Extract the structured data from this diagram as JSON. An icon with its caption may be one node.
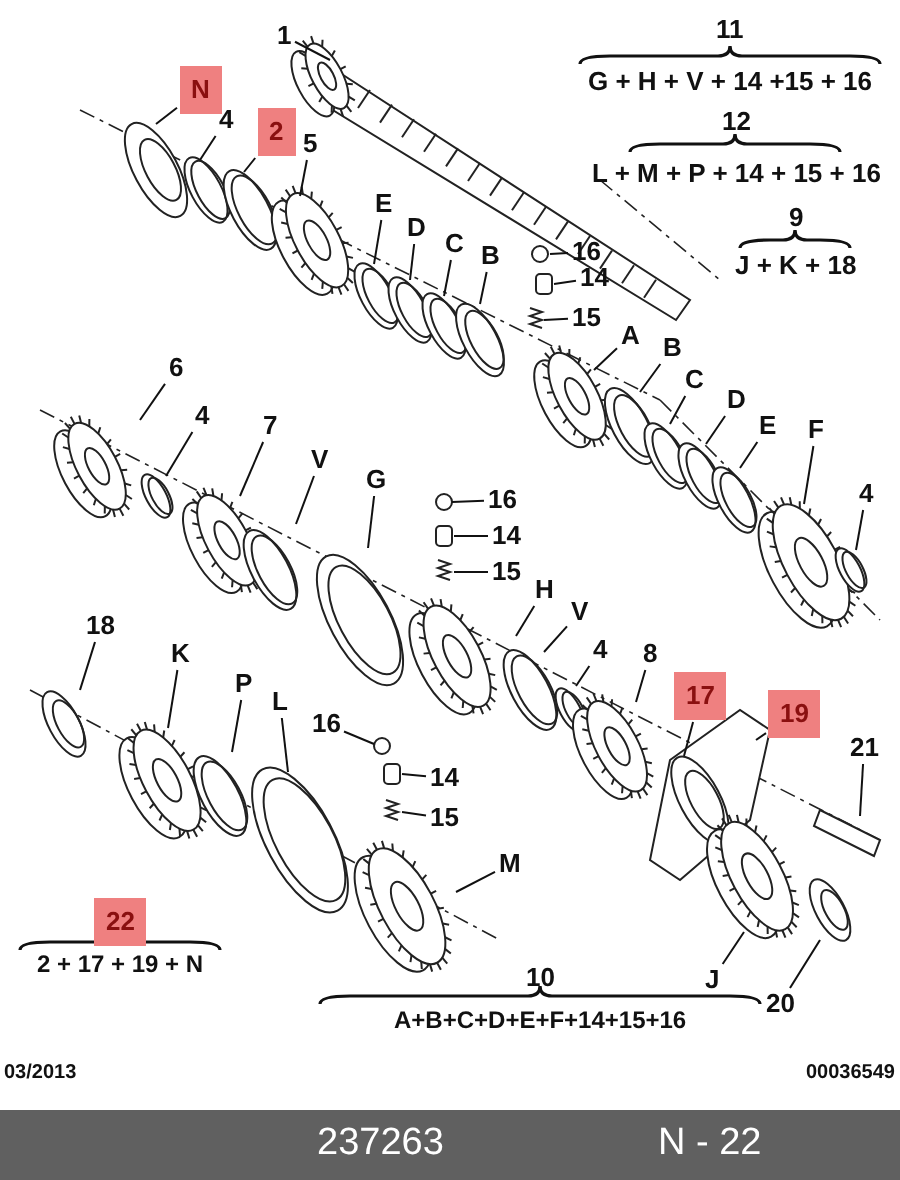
{
  "diagram": {
    "nodes": [
      {
        "text": [
          "1"
        ]
      },
      {
        "text": [
          "N"
        ]
      },
      {
        "text": [
          "4"
        ]
      },
      {
        "text": [
          "2"
        ]
      },
      {
        "text": [
          "5"
        ]
      },
      {
        "text": [
          "E"
        ]
      },
      {
        "text": [
          "D"
        ]
      },
      {
        "text": [
          "C"
        ]
      },
      {
        "text": [
          "B"
        ]
      },
      {
        "text": [
          "16"
        ]
      },
      {
        "text": [
          "14"
        ]
      },
      {
        "text": [
          "15"
        ]
      },
      {
        "text": [
          "A"
        ]
      },
      {
        "text": [
          "B"
        ]
      },
      {
        "text": [
          "C"
        ]
      },
      {
        "text": [
          "D"
        ]
      },
      {
        "text": [
          "E"
        ]
      },
      {
        "text": [
          "F"
        ]
      },
      {
        "text": [
          "4"
        ]
      },
      {
        "text": [
          "6"
        ]
      },
      {
        "text": [
          "4"
        ]
      },
      {
        "text": [
          "7"
        ]
      },
      {
        "text": [
          "V"
        ]
      },
      {
        "text": [
          "G"
        ]
      },
      {
        "text": [
          "16"
        ]
      },
      {
        "text": [
          "14"
        ]
      },
      {
        "text": [
          "15"
        ]
      },
      {
        "text": [
          "H"
        ]
      },
      {
        "text": [
          "V"
        ]
      },
      {
        "text": [
          "18"
        ]
      },
      {
        "text": [
          "K"
        ]
      },
      {
        "text": [
          "4"
        ]
      },
      {
        "text": [
          "8"
        ]
      },
      {
        "text": [
          "P"
        ]
      },
      {
        "text": [
          "L"
        ]
      },
      {
        "text": [
          "17"
        ]
      },
      {
        "text": [
          "19"
        ]
      },
      {
        "text": [
          "16"
        ]
      },
      {
        "text": [
          "14"
        ]
      },
      {
        "text": [
          "15"
        ]
      },
      {
        "text": [
          "21"
        ]
      },
      {
        "text": [
          "M"
        ]
      },
      {
        "text": [
          "J"
        ]
      },
      {
        "text": [
          "20"
        ]
      },
      {
        "text": [
          "22"
        ]
      }
    ],
    "edges": [
      {
        "from": 0,
        "to": null,
        "arrow": "none"
      },
      {
        "from": 1,
        "to": null,
        "arrow": "none"
      },
      {
        "from": 2,
        "to": null,
        "arrow": "none"
      },
      {
        "from": 3,
        "to": null,
        "arrow": "none"
      },
      {
        "from": 4,
        "to": null,
        "arrow": "none"
      },
      {
        "from": 5,
        "to": null,
        "arrow": "none"
      },
      {
        "from": 6,
        "to": null,
        "arrow": "none"
      },
      {
        "from": 7,
        "to": null,
        "arrow": "none"
      },
      {
        "from": 8,
        "to": null,
        "arrow": "none"
      },
      {
        "from": 9,
        "to": null,
        "arrow": "none"
      },
      {
        "from": 10,
        "to": null,
        "arrow": "none"
      },
      {
        "from": 11,
        "to": null,
        "arrow": "none"
      },
      {
        "from": 12,
        "to": null,
        "arrow": "none"
      },
      {
        "from": 13,
        "to": null,
        "arrow": "none"
      },
      {
        "from": 14,
        "to": null,
        "arrow": "none"
      },
      {
        "from": 15,
        "to": null,
        "arrow": "none"
      },
      {
        "from": 16,
        "to": null,
        "arrow": "none"
      },
      {
        "from": 17,
        "to": null,
        "arrow": "none"
      },
      {
        "from": 18,
        "to": null,
        "arrow": "none"
      },
      {
        "from": 19,
        "to": null,
        "arrow": "none"
      },
      {
        "from": 20,
        "to": null,
        "arrow": "none"
      },
      {
        "from": 21,
        "to": null,
        "arrow": "none"
      },
      {
        "from": 22,
        "to": null,
        "arrow": "none"
      },
      {
        "from": 23,
        "to": null,
        "arrow": "none"
      },
      {
        "from": 24,
        "to": null,
        "arrow": "none"
      },
      {
        "from": 25,
        "to": null,
        "arrow": "none"
      },
      {
        "from": 26,
        "to": null,
        "arrow": "none"
      },
      {
        "from": 27,
        "to": null,
        "arrow": "none"
      },
      {
        "from": 28,
        "to": null,
        "arrow": "none"
      },
      {
        "from": 29,
        "to": null,
        "arrow": "none"
      },
      {
        "from": 30,
        "to": null,
        "arrow": "none"
      },
      {
        "from": 31,
        "to": null,
        "arrow": "none"
      },
      {
        "from": 32,
        "to": null,
        "arrow": "none"
      },
      {
        "from": 33,
        "to": null,
        "arrow": "none"
      },
      {
        "from": 34,
        "to": null,
        "arrow": "none"
      },
      {
        "from": 35,
        "to": null,
        "arrow": "none"
      },
      {
        "from": 36,
        "to": null,
        "arrow": "none"
      },
      {
        "from": 37,
        "to": null,
        "arrow": "none"
      },
      {
        "from": 38,
        "to": null,
        "arrow": "none"
      },
      {
        "from": 39,
        "to": null,
        "arrow": "none"
      },
      {
        "from": 40,
        "to": null,
        "arrow": "none"
      },
      {
        "from": 41,
        "to": null,
        "arrow": "none"
      },
      {
        "from": 42,
        "to": null,
        "arrow": "none"
      },
      {
        "from": 43,
        "to": null,
        "arrow": "none"
      }
    ],
    "labels": [
      "11",
      "G + H + V + 14 +15 + 16",
      "12",
      "L + M + P + 14 + 15 + 16",
      "9",
      "J + K + 18",
      "2 + 17 + 19 + N",
      "10",
      "A+B+C+D+E+F+14+15+16",
      "03/2013",
      "00036549",
      "237263",
      "N - 22"
    ]
  }
}
